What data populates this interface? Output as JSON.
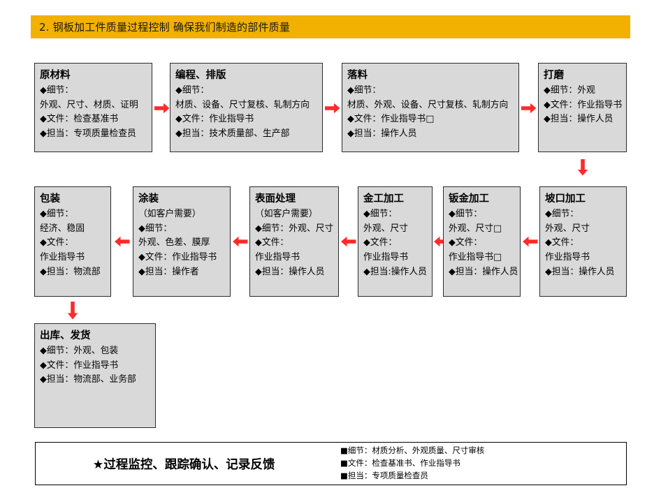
{
  "header": {
    "title": "2. 钢板加工件质量过程控制  确保我们制造的部件质量",
    "background_color": "#F2B000"
  },
  "theme": {
    "box_fill": "#D9D9D9",
    "box_border": "#2b2b2b",
    "arrow_color": "#FF2A2A",
    "page_background": "#FFFFFF"
  },
  "flow": {
    "row1": [
      {
        "id": "raw-material",
        "title": "原材料",
        "lines": [
          "◆细节：",
          "外观、尺寸、材质、证明",
          "◆文件：检查基准书",
          "◆担当：专项质量检查员"
        ]
      },
      {
        "id": "programming-layout",
        "title": "编程、排版",
        "lines": [
          "◆细节：",
          "材质、设备、尺寸复核、轧制方向",
          "◆文件：作业指导书",
          "◆担当：技术质量部、生产部"
        ]
      },
      {
        "id": "blanking",
        "title": "落料",
        "lines": [
          "◆细节：",
          "材质、外观、设备、尺寸复核、轧制方向",
          "◆文件：作业指导书□",
          "◆担当：操作人员"
        ]
      },
      {
        "id": "grinding",
        "title": "打磨",
        "lines": [
          "◆细节：外观",
          "◆文件：作业指导书",
          "◆担当：操作人员"
        ]
      }
    ],
    "row2": [
      {
        "id": "packaging",
        "title": "包装",
        "lines": [
          "◆细节：",
          "经济、稳固",
          "◆文件：",
          "作业指导书",
          "◆担当：物流部"
        ]
      },
      {
        "id": "painting",
        "title": "涂装",
        "lines": [
          "（如客户需要）",
          "◆细节：",
          "外观、色差、膜厚",
          "◆文件：作业指导书",
          "◆担当：操作者"
        ]
      },
      {
        "id": "surface-treatment",
        "title": "表面处理",
        "lines": [
          "（如客户需要）",
          "◆细节：外观、尺寸",
          "◆文件：",
          "作业指导书",
          "◆担当：操作人员"
        ]
      },
      {
        "id": "metal-machining",
        "title": "金工加工",
        "lines": [
          "◆细节：",
          "外观、尺寸",
          "◆文件：",
          "作业指导书",
          "◆担当:操作人员"
        ]
      },
      {
        "id": "sheet-metal",
        "title": "钣金加工",
        "lines": [
          "◆细节：",
          "外观、尺寸□",
          "◆文件：",
          "作业指导书□",
          "◆担当：操作人员"
        ]
      },
      {
        "id": "bevel-machining",
        "title": "坡口加工",
        "lines": [
          "◆细节：",
          "外观、尺寸",
          "◆文件：",
          "作业指导书",
          "◆担当：操作人员"
        ]
      }
    ],
    "row3": [
      {
        "id": "outbound-shipping",
        "title": "出库、发货",
        "lines": [
          "◆细节：外观、包装",
          "◆文件：作业指导书",
          "◆担当：物流部、业务部"
        ]
      }
    ]
  },
  "footer": {
    "headline": "★过程监控、跟踪确认、记录反馈",
    "lines": [
      "■细节：材质分析、外观质量、尺寸审核",
      "■文件：检查基准书、作业指导书",
      "■担当：专项质量检查员"
    ]
  }
}
